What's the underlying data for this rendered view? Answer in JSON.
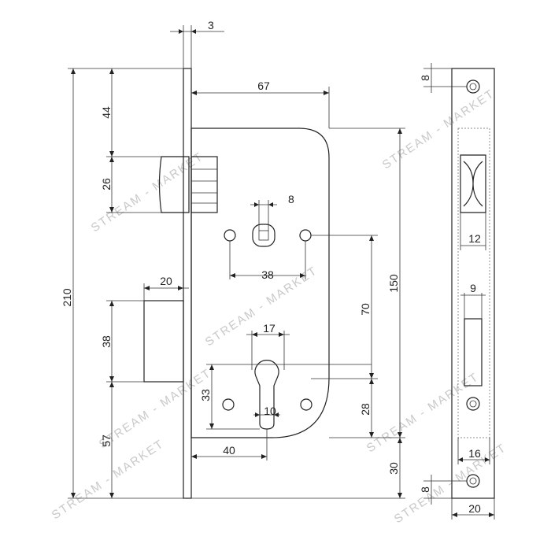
{
  "dimensions": {
    "faceplate_thickness": "3",
    "height_total": "210",
    "top_to_latch": "44",
    "latch_height": "26",
    "case_depth": "67",
    "spindle_square": "8",
    "spindle_holes": "38",
    "bolt_projection": "20",
    "bolt_height": "38",
    "bottom_to_bolt": "57",
    "case_height": "150",
    "backset_spacing": "70",
    "cylinder_width": "17",
    "cylinder_holes": "33",
    "cylinder_slot": "10",
    "cylinder_to_bottom": "28",
    "backset": "40",
    "bottom_margin": "30",
    "screw_top_offset": "8",
    "latch_opening_width": "12",
    "bolt_opening_width": "9",
    "case_front_width": "16",
    "screw_bottom_offset": "8",
    "faceplate_width": "20"
  },
  "watermark": "STREAM - MARKET"
}
